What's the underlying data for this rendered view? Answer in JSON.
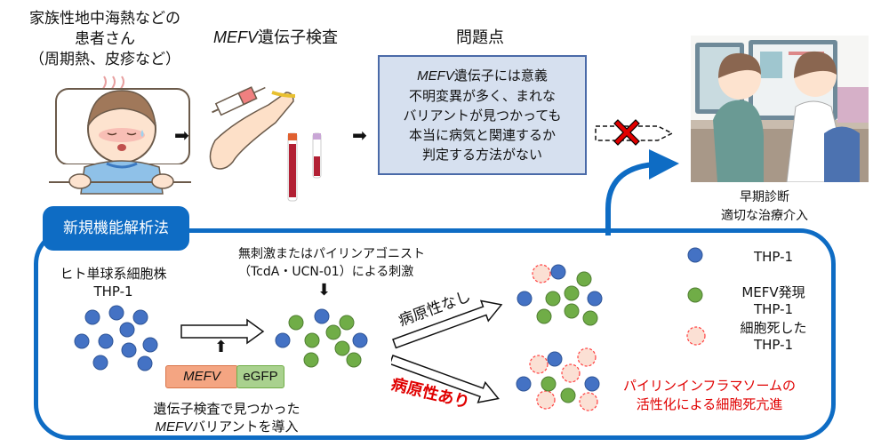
{
  "top_row": {
    "patient": {
      "title_lines": [
        "家族性地中海熱などの",
        "患者さん",
        "（周期熱、皮疹など）"
      ],
      "illustration": "sick-child-in-bed-icon"
    },
    "genetic_test": {
      "title_italic": "MEFV",
      "title_rest": "遺伝子検査",
      "illustration": "blood-draw-arm-and-tubes-icon"
    },
    "problem": {
      "title": "問題点",
      "box_lines": [
        {
          "italic": "MEFV",
          "rest": "遺伝子には意義"
        },
        {
          "italic": "",
          "rest": "不明変異が多く、まれな"
        },
        {
          "italic": "",
          "rest": "バリアントが見つかっても"
        },
        {
          "italic": "",
          "rest": "本当に病気と関連するか"
        },
        {
          "italic": "",
          "rest": "判定する方法がない"
        }
      ],
      "box_color": "#d6e0ef",
      "border_color": "#4a6aa8"
    },
    "blocked_arrow": {
      "icon": "red-x-icon",
      "color": "#e00000"
    },
    "diagnosis": {
      "illustration": "doctor-consultation-icon",
      "lines": [
        "早期診断",
        "適切な治療介入"
      ]
    }
  },
  "method": {
    "tab_label": "新規機能解析法",
    "frame_color": "#0e6cc4",
    "cell_line": {
      "lines": [
        "ヒト単球系細胞株",
        "THP-1"
      ]
    },
    "stimulation": {
      "lines": [
        "無刺激またはパイリンアゴニスト",
        "（TcdA・UCN-01）による刺激"
      ]
    },
    "construct": {
      "gene": "MEFV",
      "tag": "eGFP",
      "gene_color": "#f4a582",
      "tag_color": "#a9d18e"
    },
    "introduce": {
      "line1": "遺伝子検査で見つかった",
      "line2_italic": "MEFV",
      "line2_rest": "バリアントを導入"
    },
    "outcomes": {
      "non_pathogenic": {
        "label": "病原性なし",
        "color": "#111111"
      },
      "pathogenic": {
        "label": "病原性あり",
        "color": "#e00000"
      }
    },
    "result_note": {
      "lines": [
        "パイリンインフラマソームの",
        "活性化による細胞死亢進"
      ],
      "color": "#e00000"
    },
    "legend": [
      {
        "type": "thp1",
        "lines": [
          "THP-1"
        ],
        "color": "#4472c4"
      },
      {
        "type": "mefv",
        "lines": [
          "MEFV発現",
          "THP-1"
        ],
        "color": "#70ad47"
      },
      {
        "type": "dead",
        "lines": [
          "細胞死した",
          "THP-1"
        ],
        "color": "#fbe0d4"
      }
    ]
  }
}
